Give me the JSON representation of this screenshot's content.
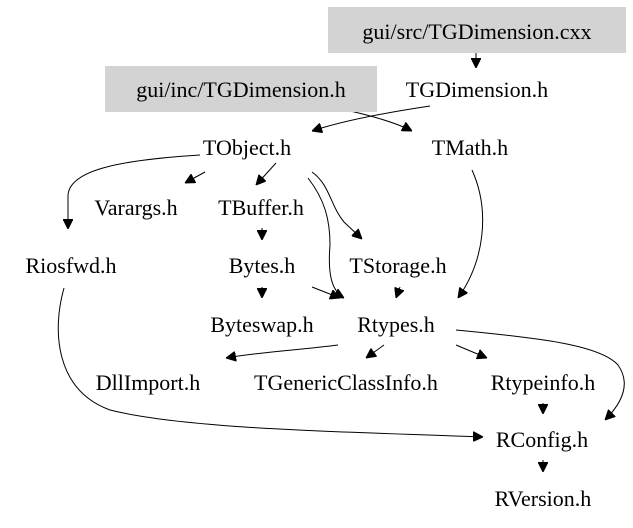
{
  "diagram": {
    "nodes": {
      "src_file": {
        "label": "gui/src/TGDimension.cxx",
        "highlighted": true
      },
      "inc_file": {
        "label": "gui/inc/TGDimension.h",
        "highlighted": true
      },
      "tgdimension_h": {
        "label": "TGDimension.h"
      },
      "tobject_h": {
        "label": "TObject.h"
      },
      "tmath_h": {
        "label": "TMath.h"
      },
      "varargs_h": {
        "label": "Varargs.h"
      },
      "tbuffer_h": {
        "label": "TBuffer.h"
      },
      "riosfwd_h": {
        "label": "Riosfwd.h"
      },
      "bytes_h": {
        "label": "Bytes.h"
      },
      "tstorage_h": {
        "label": "TStorage.h"
      },
      "byteswap_h": {
        "label": "Byteswap.h"
      },
      "rtypes_h": {
        "label": "Rtypes.h"
      },
      "dllimport_h": {
        "label": "DllImport.h"
      },
      "tgenericclassinfo_h": {
        "label": "TGenericClassInfo.h"
      },
      "rtypeinfo_h": {
        "label": "Rtypeinfo.h"
      },
      "rconfig_h": {
        "label": "RConfig.h"
      },
      "rversion_h": {
        "label": "RVersion.h"
      }
    },
    "edges": [
      [
        "src_file",
        "tgdimension_h"
      ],
      [
        "inc_file",
        "tmath_h"
      ],
      [
        "tgdimension_h",
        "tobject_h"
      ],
      [
        "tobject_h",
        "riosfwd_h"
      ],
      [
        "tobject_h",
        "varargs_h"
      ],
      [
        "tobject_h",
        "tbuffer_h"
      ],
      [
        "tobject_h",
        "tstorage_h"
      ],
      [
        "tobject_h",
        "rtypes_h"
      ],
      [
        "tbuffer_h",
        "bytes_h"
      ],
      [
        "bytes_h",
        "byteswap_h"
      ],
      [
        "bytes_h",
        "rtypes_h"
      ],
      [
        "tstorage_h",
        "rtypes_h"
      ],
      [
        "tmath_h",
        "rtypes_h"
      ],
      [
        "rtypes_h",
        "dllimport_h"
      ],
      [
        "rtypes_h",
        "tgenericclassinfo_h"
      ],
      [
        "rtypes_h",
        "rtypeinfo_h"
      ],
      [
        "rtypes_h",
        "rconfig_h"
      ],
      [
        "rtypeinfo_h",
        "rconfig_h"
      ],
      [
        "riosfwd_h",
        "rconfig_h"
      ],
      [
        "rconfig_h",
        "rversion_h"
      ]
    ]
  },
  "colors": {
    "highlight_fill": "#d3d3d3",
    "edge": "#000000",
    "text": "#000000",
    "background": "#ffffff"
  }
}
